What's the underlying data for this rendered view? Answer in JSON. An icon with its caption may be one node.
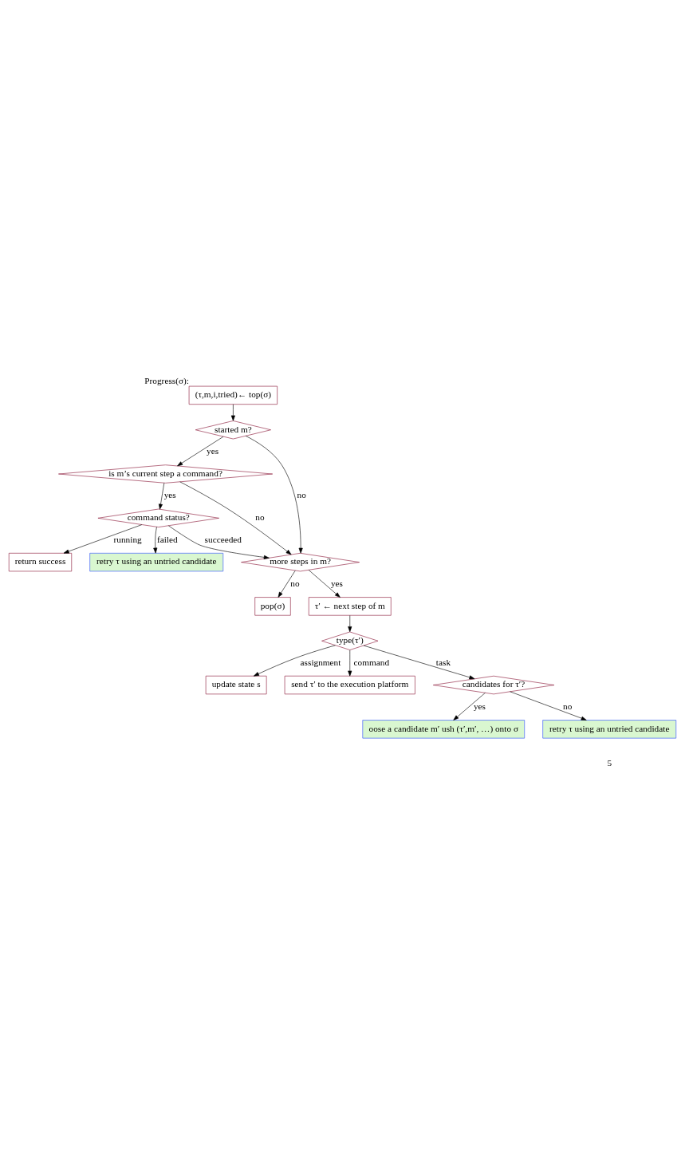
{
  "diagram": {
    "nodes": [
      {
        "text": [
          "(τ,m,i,tried)← top(σ)"
        ],
        "beside": [
          "Progress(σ):"
        ]
      },
      {
        "text": [
          "started m?"
        ]
      },
      {
        "text": [
          "is m’s current step a command?"
        ]
      },
      {
        "text": [
          "command status?"
        ]
      },
      {
        "text": [
          "return success"
        ]
      },
      {
        "text": [
          "retry τ using an untried candidate"
        ]
      },
      {
        "text": [
          "more steps in m?"
        ]
      },
      {
        "text": [
          "pop(σ)"
        ]
      },
      {
        "text": [
          "τ′ ← next step of m"
        ]
      },
      {
        "text": [
          "type(τ′)"
        ]
      },
      {
        "text": [
          "update state s"
        ]
      },
      {
        "text": [
          "send τ′ to the execution platform"
        ]
      },
      {
        "text": [
          "candidates for τ′?"
        ]
      },
      {
        "text": [
          "oose a candidate m′ ush (τ′,m′, …) onto σ"
        ]
      },
      {
        "text": [
          "retry τ using an untried candidate"
        ]
      }
    ],
    "edges": [
      {
        "from": 0,
        "to": 1,
        "arrow": "to"
      },
      {
        "from": 1,
        "to": 2,
        "arrow": "to",
        "label": "yes"
      },
      {
        "from": 1,
        "to": 6,
        "arrow": "to",
        "label": "no"
      },
      {
        "from": 2,
        "to": 6,
        "arrow": "to",
        "label": "no"
      },
      {
        "from": 2,
        "to": 3,
        "arrow": "to",
        "label": "yes"
      },
      {
        "from": 3,
        "to": 4,
        "arrow": "to",
        "label": "running"
      },
      {
        "from": 3,
        "to": 5,
        "arrow": "to",
        "label": "failed"
      },
      {
        "from": 3,
        "to": 6,
        "arrow": "to",
        "label": "succeeded"
      },
      {
        "from": 6,
        "to": 7,
        "arrow": "to",
        "label": "no"
      },
      {
        "from": 6,
        "to": 8,
        "arrow": "to",
        "label": "yes"
      },
      {
        "from": 8,
        "to": 9,
        "arrow": "to"
      },
      {
        "from": 9,
        "to": 10,
        "arrow": "to",
        "label": "assignment"
      },
      {
        "from": 9,
        "to": 11,
        "arrow": "to",
        "label": "command"
      },
      {
        "from": 9,
        "to": 12,
        "arrow": "to",
        "label": "task"
      },
      {
        "from": 12,
        "to": 13,
        "arrow": "to",
        "label": "yes"
      },
      {
        "from": 12,
        "to": 14,
        "arrow": "to",
        "label": "no"
      }
    ],
    "labels": [
      "5"
    ]
  }
}
